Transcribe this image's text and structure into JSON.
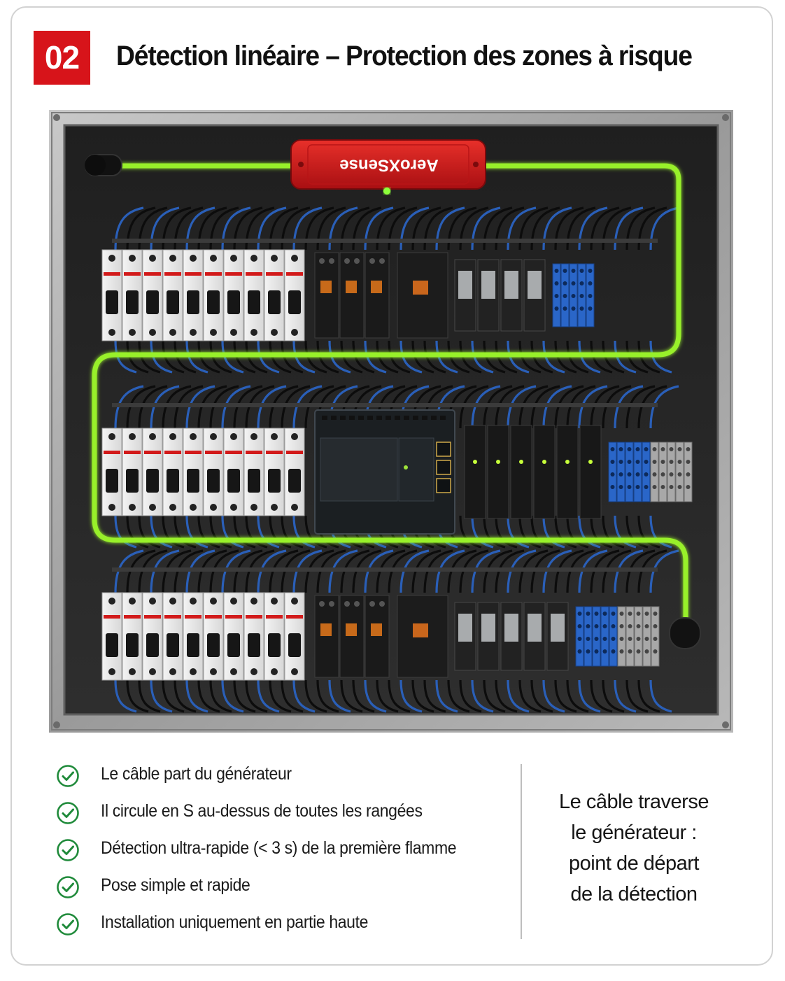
{
  "header": {
    "number": "02",
    "title": "Détection linéaire – Protection des zones à risque"
  },
  "panel": {
    "generator_label": "AeroXSense",
    "rows": [
      {
        "breakers": 10,
        "relays": 3,
        "wide_relays": 1,
        "timers": 4,
        "blue_terminals": 5,
        "grey_terminals": 0
      },
      {
        "breakers": 10,
        "relays": 0,
        "wide_relays": 0,
        "timers": 6,
        "blue_terminals": 5,
        "grey_terminals": 5
      },
      {
        "breakers": 10,
        "relays": 3,
        "wide_relays": 1,
        "timers": 5,
        "blue_terminals": 5,
        "grey_terminals": 5
      }
    ],
    "colors": {
      "cable": "#98f02a",
      "generator": "#d91a1c",
      "enclosure": "#9e9e9e",
      "background": "#2a2a2a",
      "wire_blue": "#2a5fb8",
      "terminal_blue": "#2a66c8",
      "breaker_red": "#d21a1a"
    }
  },
  "checklist": [
    "Le câble part du générateur",
    "Il circule en S au-dessus de toutes les rangées",
    "Détection ultra-rapide (< 3 s) de la première flamme",
    "Pose simple et rapide",
    "Installation uniquement en partie haute"
  ],
  "icons": {
    "check": "check-circle-icon"
  },
  "side_note": [
    "Le câble traverse",
    "le générateur :",
    "point de départ",
    "de la détection"
  ]
}
